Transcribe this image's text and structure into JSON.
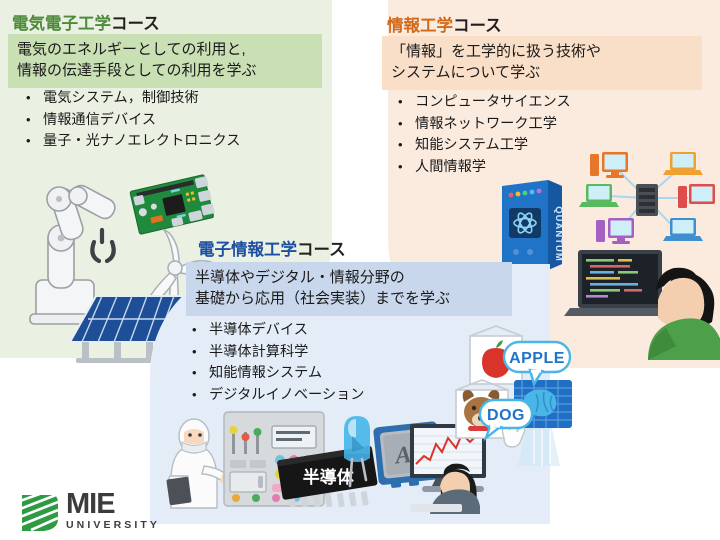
{
  "figure": {
    "kind": "course-overview-infographic",
    "institution": "MIE UNIVERSITY",
    "logo": {
      "mie_text": "MIE",
      "university_text": "UNIVERSITY",
      "leaf_color": "#2e9a44",
      "text_color": "#3c3c3c"
    }
  },
  "palette": {
    "green_panel": "#eaf1e2",
    "green_band": "#c9dfb4",
    "green_title": "#4e8a3a",
    "peach_panel": "#fbeade",
    "peach_band": "#fadfc8",
    "orange_title": "#d2691a",
    "blue_panel": "#e3ecf7",
    "blue_band": "#c9d7ec",
    "blue_title": "#1f4fa3",
    "title_tail": "#231f20"
  },
  "courses": [
    {
      "id": "electrical-electronic",
      "title_strong": "電気電子工学",
      "title_tail": "コース",
      "description_lines": [
        "電気のエネルギーとしての利用と,",
        "情報の伝達手段としての利用を学ぶ"
      ],
      "bullet_marker": "•",
      "topics": [
        "電気システム，制御技術",
        "情報通信デバイス",
        "量子・光ナノエレクトロニクス"
      ],
      "illustration_icons": [
        "robot-arm-icon",
        "single-board-computer-icon",
        "wind-turbine-icon",
        "solar-panel-icon"
      ]
    },
    {
      "id": "information-engineering",
      "title_strong": "情報工学",
      "title_tail": "コース",
      "description_lines": [
        "「情報」を工学的に扱う技術や",
        "システムについて学ぶ"
      ],
      "bullet_marker": "•",
      "topics": [
        "コンピュータサイエンス",
        "情報ネットワーク工学",
        "知能システム工学",
        "人間情報学"
      ],
      "illustration_icons": [
        "quantum-computer-icon",
        "computer-network-icon",
        "programmer-at-laptop-icon"
      ]
    },
    {
      "id": "electronic-information",
      "title_strong": "電子情報工学",
      "title_tail": "コース",
      "description_lines": [
        "半導体やデジタル・情報分野の",
        "基礎から応用（社会実装）までを学ぶ"
      ],
      "bullet_marker": "•",
      "topics": [
        "半導体デバイス",
        "半導体計算科学",
        "知能情報システム",
        "デジタルイノベーション"
      ],
      "illustration_icons": [
        "cleanroom-engineer-icon",
        "control-panel-icon",
        "semiconductor-chip-icon",
        "blue-led-icon",
        "ai-cpu-chip-icon",
        "data-monitor-icon",
        "image-recognition-brain-icon"
      ]
    }
  ],
  "illustration_labels": {
    "semiconductor_chip": "半導体",
    "quantum_tower": "QUANTUM",
    "ai_chip": "AI",
    "bubble_apple": "APPLE",
    "bubble_dog": "DOG"
  }
}
